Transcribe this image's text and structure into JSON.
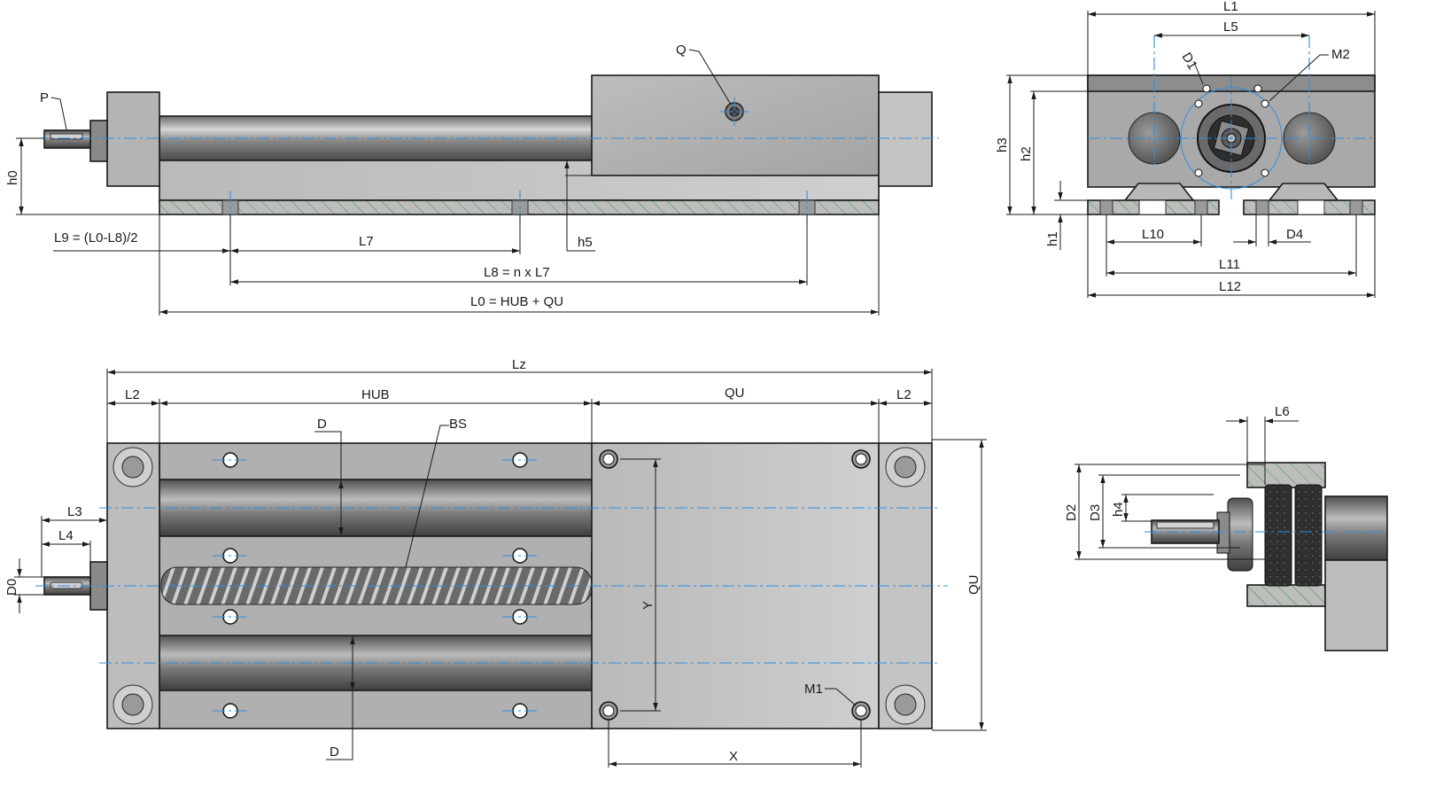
{
  "views": {
    "side": {
      "labels": {
        "p": "P",
        "q": "Q",
        "h0": "h0",
        "h5": "h5",
        "l9": "L9 = (L0-L8)/2",
        "l7": "L7",
        "l8": "L8 = n x L7",
        "l0": "L0 = HUB + QU"
      }
    },
    "end": {
      "labels": {
        "l1": "L1",
        "l5": "L5",
        "d1": "D1",
        "m2": "M2",
        "h3": "h3",
        "h2": "h2",
        "h1": "h1",
        "l10": "L10",
        "d4": "D4",
        "l11": "L11",
        "l12": "L12"
      }
    },
    "top": {
      "labels": {
        "lz": "Lz",
        "l2_left": "L2",
        "hub": "HUB",
        "qu_top": "QU",
        "l2_right": "L2",
        "d_upper": "D",
        "bs": "BS",
        "l3": "L3",
        "l4": "L4",
        "d0": "D0",
        "y": "Y",
        "qu_side": "QU",
        "m1": "M1",
        "d_lower": "D",
        "x": "X"
      }
    },
    "detail": {
      "labels": {
        "l6": "L6",
        "d2": "D2",
        "d3": "D3",
        "h4": "h4"
      }
    }
  },
  "colors": {
    "metal_light": "#c9c9c9",
    "metal_mid": "#a9a9a9",
    "metal_dark": "#5e5e5e",
    "centerline": "#2f8fe0",
    "hatch": "#3a9a3a",
    "line": "#1a1a1a"
  }
}
